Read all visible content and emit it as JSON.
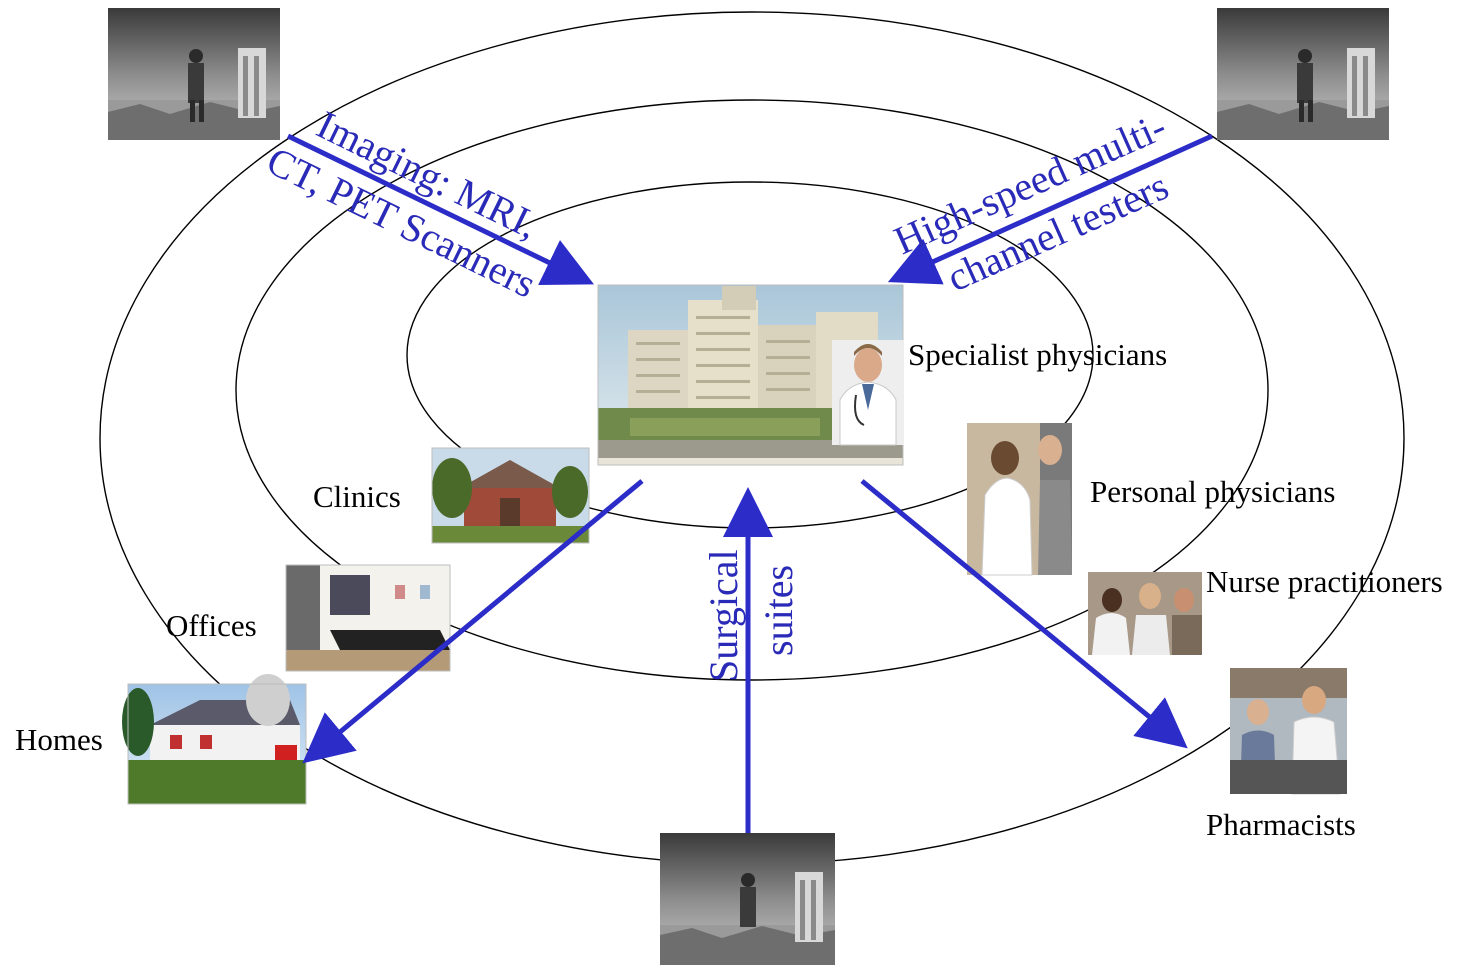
{
  "labels": {
    "specialist": "Specialist physicians",
    "clinics": "Clinics",
    "personal": "Personal physicians",
    "nurse": "Nurse practitioners",
    "offices": "Offices",
    "homes": "Homes",
    "pharmacists": "Pharmacists"
  },
  "arrow_labels": {
    "imaging_line1": "Imaging: MRI,",
    "imaging_line2": "CT, PET Scanners",
    "testers_line1": "High-speed multi-",
    "testers_line2": "channel testers",
    "surgical_line1": "Surgical",
    "surgical_line2": "suites"
  },
  "colors": {
    "arrow": "#2c2cc8",
    "ring": "#000000",
    "blue_text": "#2a2ab8"
  },
  "icons": {
    "hospital": "hospital-building-photo",
    "doctor": "doctor-portrait-photo",
    "clinic": "clinic-building-photo",
    "office": "office-interior-photo",
    "home": "house-photo",
    "pharmacy": "pharmacist-photo",
    "nurse": "nurse-patient-photo",
    "personal": "physician-patient-photo",
    "field": "man-in-field-photo"
  }
}
